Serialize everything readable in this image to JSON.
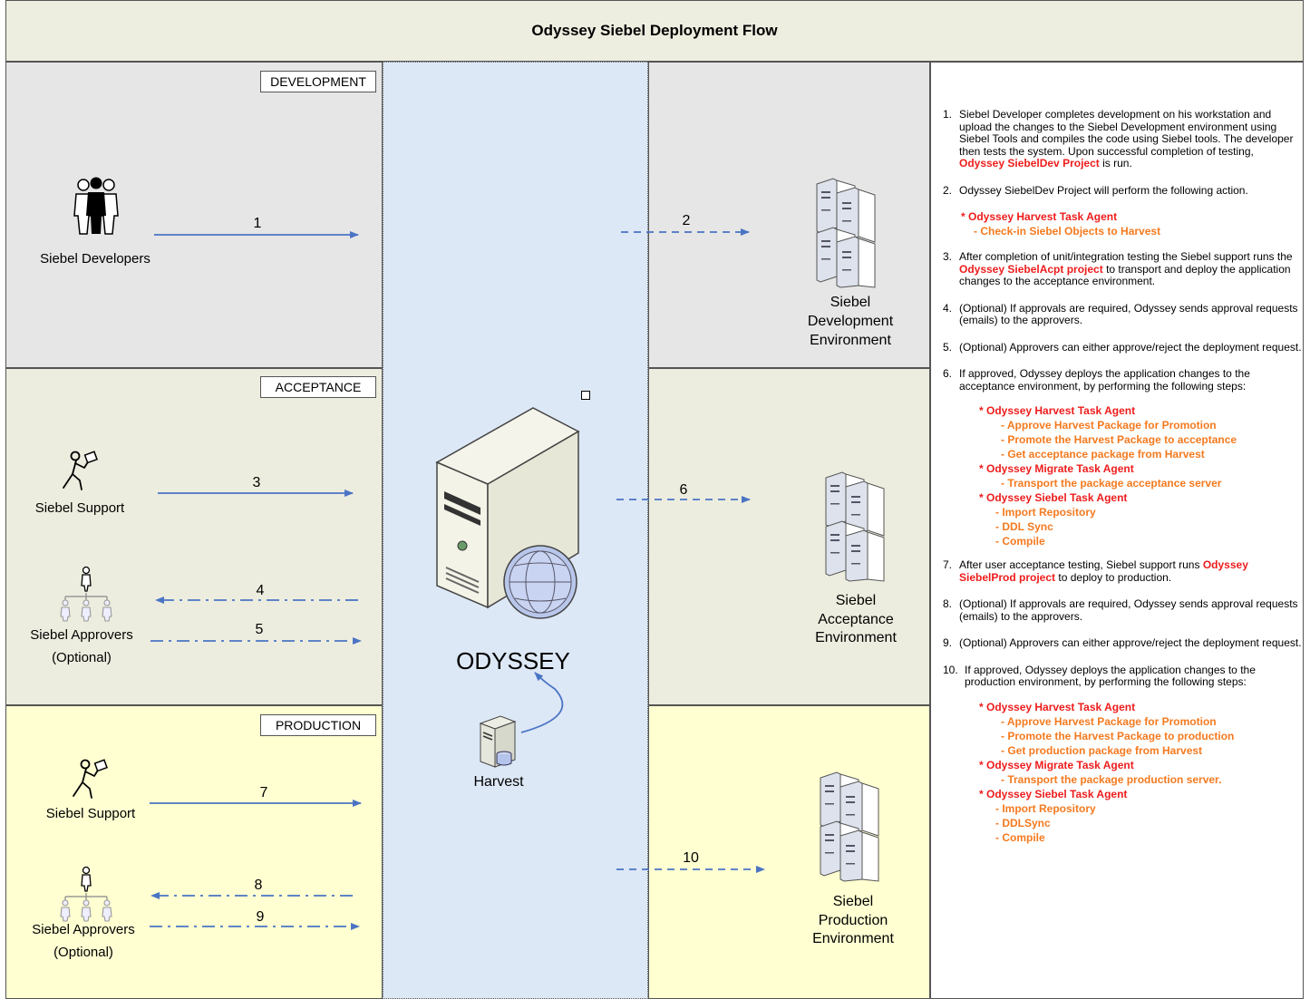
{
  "title": "Odyssey Siebel Deployment Flow",
  "lanes": {
    "development": "DEVELOPMENT",
    "acceptance": "ACCEPTANCE",
    "production": "PRODUCTION"
  },
  "actors": {
    "developers": "Siebel Developers",
    "support_acc": "Siebel Support",
    "approvers_acc": [
      "Siebel Approvers",
      "(Optional)"
    ],
    "support_prod": "Siebel Support",
    "approvers_prod": [
      "Siebel Approvers",
      "(Optional)"
    ]
  },
  "environments": {
    "dev": [
      "Siebel",
      "Development",
      "Environment"
    ],
    "acc": [
      "Siebel",
      "Acceptance",
      "Environment"
    ],
    "prod": [
      "Siebel",
      "Production",
      "Environment"
    ]
  },
  "center": {
    "odyssey": "ODYSSEY",
    "harvest": "Harvest"
  },
  "arrows": [
    "1",
    "2",
    "3",
    "4",
    "5",
    "6",
    "7",
    "8",
    "9",
    "10"
  ],
  "notes": {
    "n1": {
      "num": "1.",
      "text": "Siebel Developer completes development on his workstation and upload the changes to the Siebel Development environment using Siebel Tools and compiles the code using Siebel tools. The developer then tests the system. Upon successful completion of testing,",
      "highlight": "Odyssey SiebelDev Project",
      "tail": "is run."
    },
    "n2": {
      "num": "2.",
      "text": "Odyssey SiebelDev Project will perform the following action.",
      "agent": "* Odyssey Harvest Task Agent",
      "step": "- Check-in Siebel Objects to Harvest"
    },
    "n3": {
      "num": "3.",
      "pre": "After completion of unit/integration testing the Siebel support runs the",
      "highlight": "Odyssey SiebelAcpt project",
      "post": "to transport and deploy the application changes to the acceptance environment."
    },
    "n4": {
      "num": "4.",
      "text": "(Optional) If approvals are required, Odyssey sends approval requests (emails) to the approvers."
    },
    "n5": {
      "num": "5.",
      "text": "(Optional) Approvers can either approve/reject the deployment request."
    },
    "n6": {
      "num": "6.",
      "text": "If approved, Odyssey deploys the application changes to the acceptance environment, by performing the following steps:",
      "a1": "* Odyssey Harvest Task Agent",
      "a1_steps": [
        "- Approve Harvest Package for Promotion",
        "- Promote the Harvest Package to acceptance",
        "- Get acceptance package from Harvest"
      ],
      "a2": "* Odyssey Migrate Task Agent",
      "a2_steps": [
        "- Transport the package acceptance server"
      ],
      "a3": "*  Odyssey Siebel Task Agent",
      "a3_steps": [
        "- Import Repository",
        "- DDL Sync",
        "- Compile"
      ]
    },
    "n7": {
      "num": "7.",
      "pre": "After user acceptance testing, Siebel support runs",
      "highlight": "Odyssey SiebelProd project",
      "post": "to deploy to production."
    },
    "n8": {
      "num": "8.",
      "text": "(Optional) If approvals are required, Odyssey sends approval requests (emails) to the approvers."
    },
    "n9": {
      "num": "9.",
      "text": "(Optional) Approvers can either approve/reject the deployment request."
    },
    "n10": {
      "num": "10.",
      "text": "If approved, Odyssey deploys the application  changes to the production environment, by performing the following steps:",
      "a1": "* Odyssey Harvest Task Agent",
      "a1_steps": [
        "- Approve Harvest Package for Promotion",
        "- Promote the Harvest Package to production",
        "- Get production package from Harvest"
      ],
      "a2": "* Odyssey Migrate Task Agent",
      "a2_steps": [
        "- Transport the package production server."
      ],
      "a3": "* Odyssey Siebel Task Agent",
      "a3_steps": [
        "- Import Repository",
        "- DDLSync",
        "- Compile"
      ]
    }
  },
  "colors": {
    "title_bg": "#eeeee0",
    "dev_bg": "#e6e6e6",
    "acc_bg": "#ededdf",
    "prod_bg": "#ffffd2",
    "center_bg": "#dde8f6",
    "arrow": "#4a74c4",
    "red": "#ee1c1c",
    "orange": "#f47a1f"
  }
}
